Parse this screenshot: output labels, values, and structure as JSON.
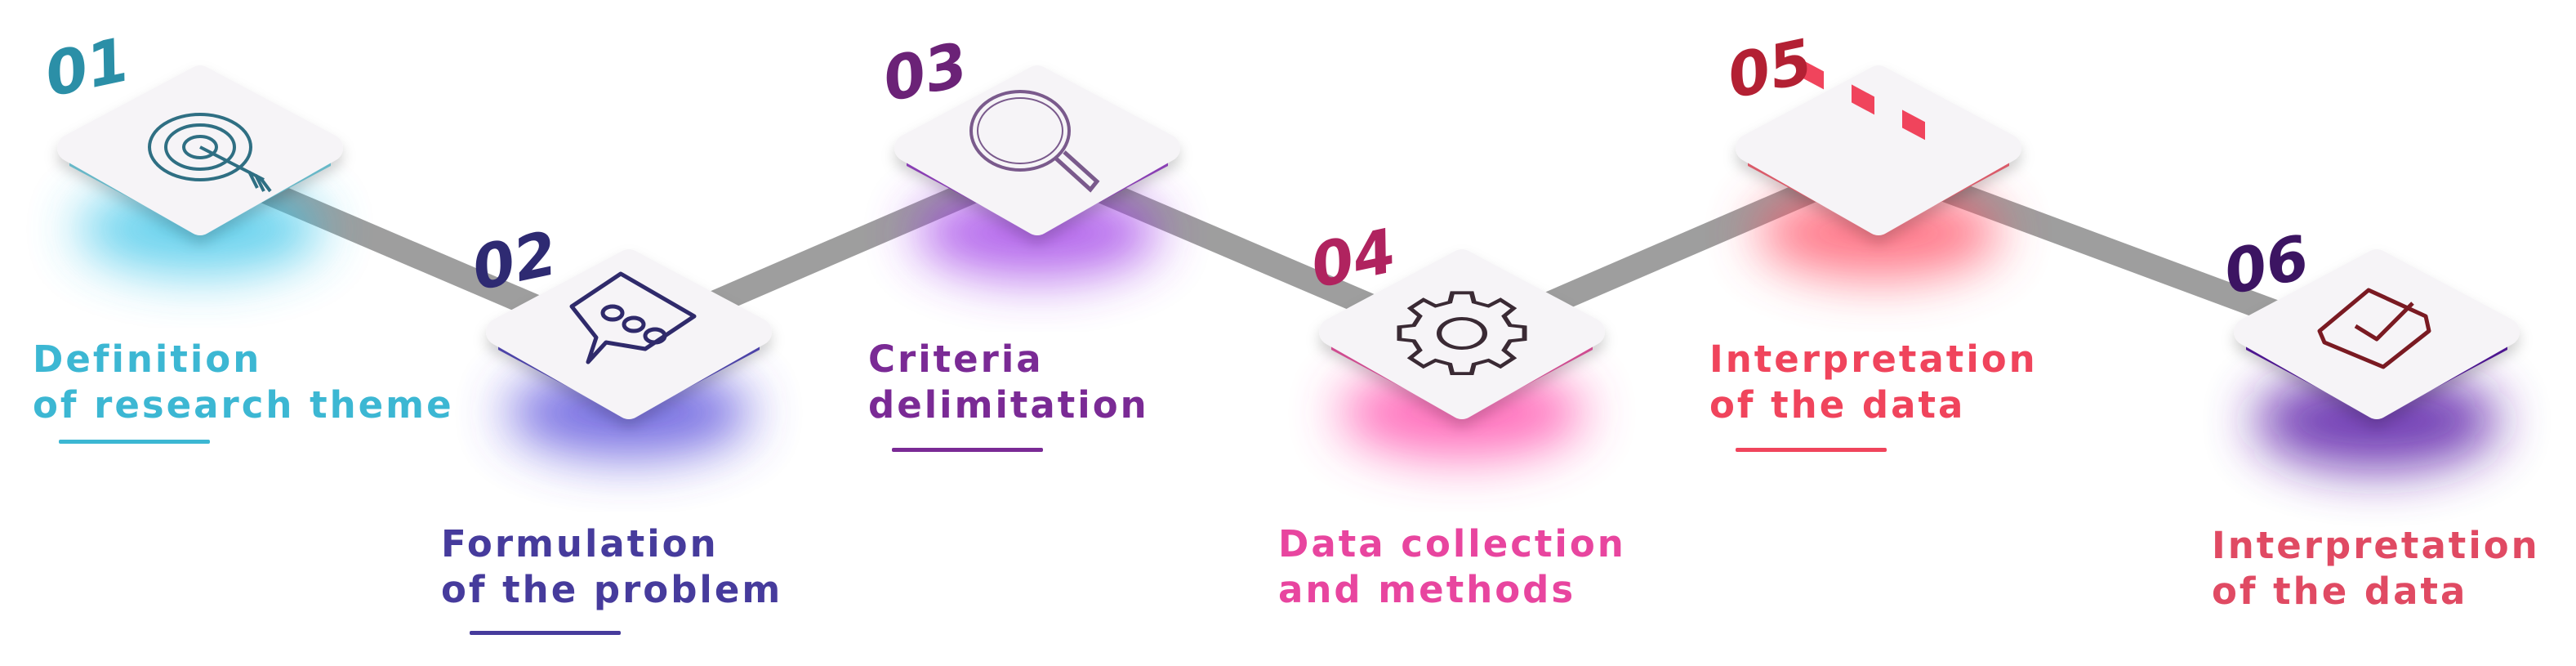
{
  "steps": [
    {
      "number": "01",
      "icon": "target-icon",
      "color": "#3cb7d3",
      "glow": "#34c3e8",
      "line1": "Definition",
      "line2": "of research theme"
    },
    {
      "number": "02",
      "icon": "speech-bubble-icon",
      "color": "#463b9c",
      "glow": "#4b3fd9",
      "line1": "Formulation",
      "line2": "of the problem"
    },
    {
      "number": "03",
      "icon": "magnifier-icon",
      "color": "#7a2a95",
      "glow": "#9b34e6",
      "line1": "Criteria",
      "line2": "delimitation"
    },
    {
      "number": "04",
      "icon": "gear-icon",
      "color": "#e8459f",
      "glow": "#ff3fa6",
      "line1": "Data collection",
      "line2": "and methods"
    },
    {
      "number": "05",
      "icon": "dots-icon",
      "color": "#f0445c",
      "glow": "#ff4b62",
      "line1": "Interpretation",
      "line2": "of the data"
    },
    {
      "number": "06",
      "icon": "checkbox-icon",
      "color": "#e04a63",
      "glow": "#5a1aa8",
      "line1": "Interpretation",
      "line2": "of the data"
    }
  ],
  "colors": {
    "connector": "#9e9e9e",
    "tile": "#f6f4f7",
    "number_01": "#2b8fa7",
    "number_02": "#2e2a72",
    "number_03": "#6b2277",
    "number_04": "#b0235f",
    "number_05": "#b32033",
    "number_06": "#3c1462"
  }
}
